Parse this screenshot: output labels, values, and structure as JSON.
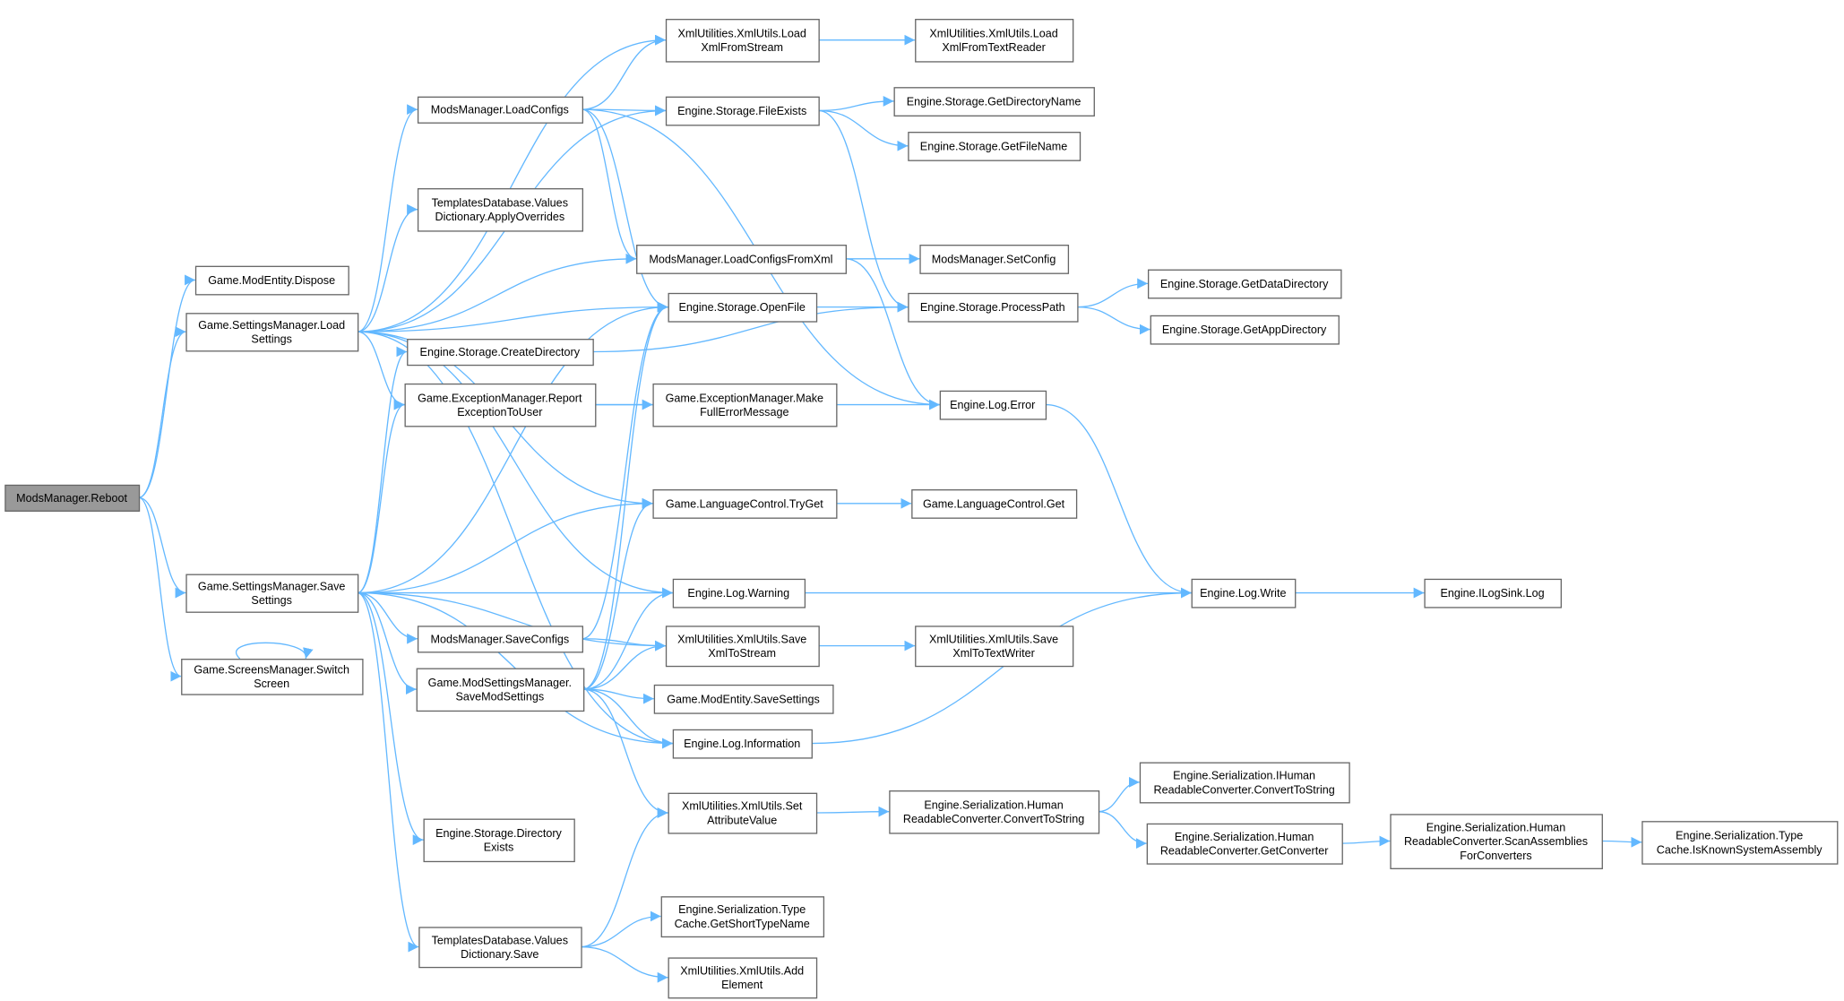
{
  "title": "ModsManager.Reboot call graph",
  "colors": {
    "edge": "#63b8ff",
    "root_fill": "#999999",
    "node_border": "#666666"
  },
  "nodes": [
    {
      "id": "reboot",
      "lines": [
        "ModsManager.Reboot"
      ]
    },
    {
      "id": "dispose",
      "lines": [
        "Game.ModEntity.Dispose"
      ]
    },
    {
      "id": "loadsettings",
      "lines": [
        "Game.SettingsManager.Load",
        "Settings"
      ]
    },
    {
      "id": "savesettings",
      "lines": [
        "Game.SettingsManager.Save",
        "Settings"
      ]
    },
    {
      "id": "switchscreen",
      "lines": [
        "Game.ScreensManager.Switch",
        "Screen"
      ]
    },
    {
      "id": "loadconfigs",
      "lines": [
        "ModsManager.LoadConfigs"
      ]
    },
    {
      "id": "applyoverrides",
      "lines": [
        "TemplatesDatabase.Values",
        "Dictionary.ApplyOverrides"
      ]
    },
    {
      "id": "createdirectory",
      "lines": [
        "Engine.Storage.CreateDirectory"
      ]
    },
    {
      "id": "reportexception",
      "lines": [
        "Game.ExceptionManager.Report",
        "ExceptionToUser"
      ]
    },
    {
      "id": "saveconfigs",
      "lines": [
        "ModsManager.SaveConfigs"
      ]
    },
    {
      "id": "savemodsettings",
      "lines": [
        "Game.ModSettingsManager.",
        "SaveModSettings"
      ]
    },
    {
      "id": "directoryexists",
      "lines": [
        "Engine.Storage.Directory",
        "Exists"
      ]
    },
    {
      "id": "templatessave",
      "lines": [
        "TemplatesDatabase.Values",
        "Dictionary.Save"
      ]
    },
    {
      "id": "loadxmlfromstream",
      "lines": [
        "XmlUtilities.XmlUtils.Load",
        "XmlFromStream"
      ]
    },
    {
      "id": "fileexists",
      "lines": [
        "Engine.Storage.FileExists"
      ]
    },
    {
      "id": "loadconfigsfromxml",
      "lines": [
        "ModsManager.LoadConfigsFromXml"
      ]
    },
    {
      "id": "openfile",
      "lines": [
        "Engine.Storage.OpenFile"
      ]
    },
    {
      "id": "makefullerror",
      "lines": [
        "Game.ExceptionManager.Make",
        "FullErrorMessage"
      ]
    },
    {
      "id": "tryget",
      "lines": [
        "Game.LanguageControl.TryGet"
      ]
    },
    {
      "id": "warning",
      "lines": [
        "Engine.Log.Warning"
      ]
    },
    {
      "id": "savexmltostream",
      "lines": [
        "XmlUtilities.XmlUtils.Save",
        "XmlToStream"
      ]
    },
    {
      "id": "modentitysave",
      "lines": [
        "Game.ModEntity.SaveSettings"
      ]
    },
    {
      "id": "information",
      "lines": [
        "Engine.Log.Information"
      ]
    },
    {
      "id": "setattribute",
      "lines": [
        "XmlUtilities.XmlUtils.Set",
        "AttributeValue"
      ]
    },
    {
      "id": "getshorttypename",
      "lines": [
        "Engine.Serialization.Type",
        "Cache.GetShortTypeName"
      ]
    },
    {
      "id": "addelement",
      "lines": [
        "XmlUtilities.XmlUtils.Add",
        "Element"
      ]
    },
    {
      "id": "loadxmlfromtextreader",
      "lines": [
        "XmlUtilities.XmlUtils.Load",
        "XmlFromTextReader"
      ]
    },
    {
      "id": "getdirectoryname",
      "lines": [
        "Engine.Storage.GetDirectoryName"
      ]
    },
    {
      "id": "getfilename",
      "lines": [
        "Engine.Storage.GetFileName"
      ]
    },
    {
      "id": "setconfig",
      "lines": [
        "ModsManager.SetConfig"
      ]
    },
    {
      "id": "processpath",
      "lines": [
        "Engine.Storage.ProcessPath"
      ]
    },
    {
      "id": "logerror",
      "lines": [
        "Engine.Log.Error"
      ]
    },
    {
      "id": "languageget",
      "lines": [
        "Game.LanguageControl.Get"
      ]
    },
    {
      "id": "savexmltotextwriter",
      "lines": [
        "XmlUtilities.XmlUtils.Save",
        "XmlToTextWriter"
      ]
    },
    {
      "id": "logwrite",
      "lines": [
        "Engine.Log.Write"
      ]
    },
    {
      "id": "converttostring",
      "lines": [
        "Engine.Serialization.Human",
        "ReadableConverter.ConvertToString"
      ]
    },
    {
      "id": "getdatadirectory",
      "lines": [
        "Engine.Storage.GetDataDirectory"
      ]
    },
    {
      "id": "getappdirectory",
      "lines": [
        "Engine.Storage.GetAppDirectory"
      ]
    },
    {
      "id": "iconverttostring",
      "lines": [
        "Engine.Serialization.IHuman",
        "ReadableConverter.ConvertToString"
      ]
    },
    {
      "id": "getconverter",
      "lines": [
        "Engine.Serialization.Human",
        "ReadableConverter.GetConverter"
      ]
    },
    {
      "id": "ilogsinklog",
      "lines": [
        "Engine.ILogSink.Log"
      ]
    },
    {
      "id": "scanassemblies",
      "lines": [
        "Engine.Serialization.Human",
        "ReadableConverter.ScanAssemblies",
        "ForConverters"
      ]
    },
    {
      "id": "isknownsystemassembly",
      "lines": [
        "Engine.Serialization.Type",
        "Cache.IsKnownSystemAssembly"
      ]
    }
  ],
  "edges": [
    [
      "reboot",
      "dispose"
    ],
    [
      "reboot",
      "loadsettings"
    ],
    [
      "reboot",
      "savesettings"
    ],
    [
      "reboot",
      "switchscreen"
    ],
    [
      "switchscreen",
      "switchscreen"
    ],
    [
      "loadsettings",
      "loadxmlfromstream"
    ],
    [
      "loadsettings",
      "fileexists"
    ],
    [
      "loadsettings",
      "loadconfigs"
    ],
    [
      "loadsettings",
      "applyoverrides"
    ],
    [
      "loadsettings",
      "loadconfigsfromxml"
    ],
    [
      "loadsettings",
      "openfile"
    ],
    [
      "loadsettings",
      "reportexception"
    ],
    [
      "loadsettings",
      "tryget"
    ],
    [
      "loadsettings",
      "warning"
    ],
    [
      "loadsettings",
      "information"
    ],
    [
      "savesettings",
      "createdirectory"
    ],
    [
      "savesettings",
      "reportexception"
    ],
    [
      "savesettings",
      "tryget"
    ],
    [
      "savesettings",
      "warning"
    ],
    [
      "savesettings",
      "saveconfigs"
    ],
    [
      "savesettings",
      "savemodsettings"
    ],
    [
      "savesettings",
      "information"
    ],
    [
      "savesettings",
      "directoryexists"
    ],
    [
      "savesettings",
      "templatessave"
    ],
    [
      "savesettings",
      "savexmltostream"
    ],
    [
      "savesettings",
      "openfile"
    ],
    [
      "loadconfigs",
      "loadxmlfromstream"
    ],
    [
      "loadconfigs",
      "fileexists"
    ],
    [
      "loadconfigs",
      "loadconfigsfromxml"
    ],
    [
      "loadconfigs",
      "openfile"
    ],
    [
      "loadconfigs",
      "logerror"
    ],
    [
      "fileexists",
      "getdirectoryname"
    ],
    [
      "fileexists",
      "getfilename"
    ],
    [
      "fileexists",
      "processpath"
    ],
    [
      "loadxmlfromstream",
      "loadxmlfromtextreader"
    ],
    [
      "loadconfigsfromxml",
      "setconfig"
    ],
    [
      "loadconfigsfromxml",
      "logerror"
    ],
    [
      "openfile",
      "processpath"
    ],
    [
      "createdirectory",
      "processpath"
    ],
    [
      "processpath",
      "getdatadirectory"
    ],
    [
      "processpath",
      "getappdirectory"
    ],
    [
      "reportexception",
      "makefullerror"
    ],
    [
      "reportexception",
      "logerror"
    ],
    [
      "logerror",
      "logwrite"
    ],
    [
      "tryget",
      "languageget"
    ],
    [
      "warning",
      "logwrite"
    ],
    [
      "logwrite",
      "ilogsinklog"
    ],
    [
      "saveconfigs",
      "savexmltostream"
    ],
    [
      "saveconfigs",
      "openfile"
    ],
    [
      "savexmltostream",
      "savexmltotextwriter"
    ],
    [
      "savemodsettings",
      "openfile"
    ],
    [
      "savemodsettings",
      "tryget"
    ],
    [
      "savemodsettings",
      "warning"
    ],
    [
      "savemodsettings",
      "savexmltostream"
    ],
    [
      "savemodsettings",
      "modentitysave"
    ],
    [
      "savemodsettings",
      "information"
    ],
    [
      "savemodsettings",
      "setattribute"
    ],
    [
      "information",
      "logwrite"
    ],
    [
      "setattribute",
      "converttostring"
    ],
    [
      "converttostring",
      "iconverttostring"
    ],
    [
      "converttostring",
      "getconverter"
    ],
    [
      "getconverter",
      "scanassemblies"
    ],
    [
      "scanassemblies",
      "isknownsystemassembly"
    ],
    [
      "templatessave",
      "setattribute"
    ],
    [
      "templatessave",
      "getshorttypename"
    ],
    [
      "templatessave",
      "addelement"
    ]
  ]
}
